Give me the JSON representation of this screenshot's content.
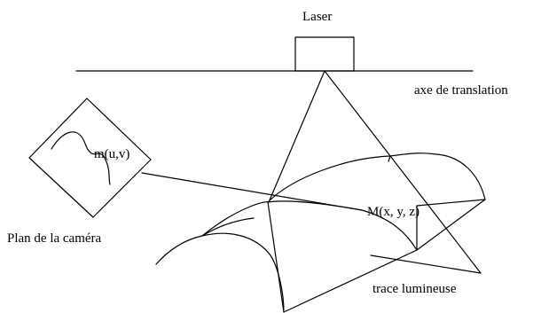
{
  "labels": {
    "laser": "Laser",
    "translation_axis": "axe de translation",
    "image_point": "m(u,v)",
    "world_point": "M(x, y, z)",
    "camera_plane": "Plan de la caméra",
    "light_trace": "trace lumineuse"
  },
  "colors": {
    "ink": "#000000",
    "background": "#ffffff"
  }
}
